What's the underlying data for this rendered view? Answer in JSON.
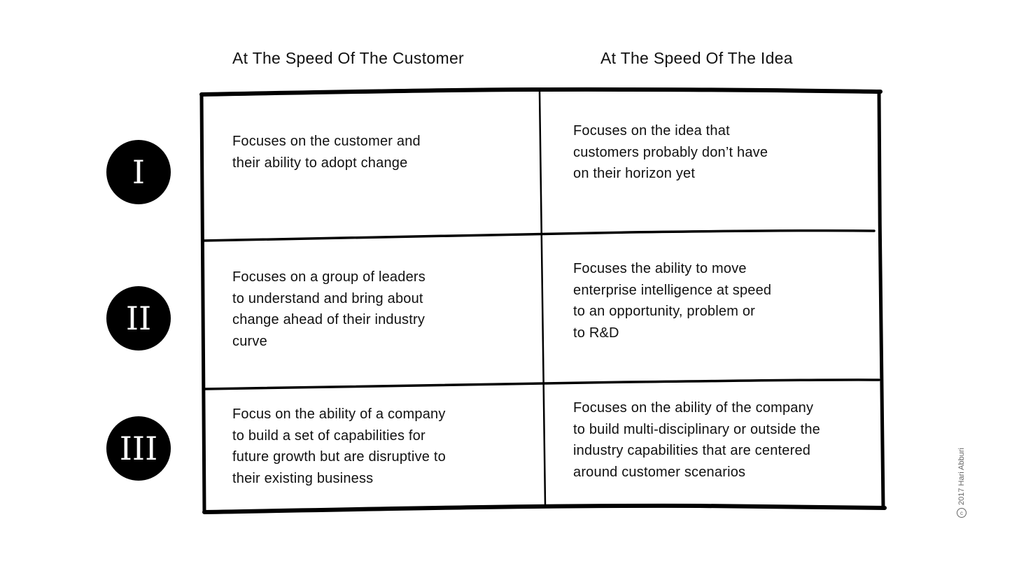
{
  "columns": [
    {
      "header": "At The Speed Of The Customer"
    },
    {
      "header": "At The Speed Of The Idea"
    }
  ],
  "rows": [
    {
      "numeral": "I",
      "cells": [
        [
          "Focuses on the customer and",
          "their ability to adopt change"
        ],
        [
          "Focuses on the idea that",
          "customers probably don’t have",
          "on their horizon yet"
        ]
      ]
    },
    {
      "numeral": "II",
      "cells": [
        [
          "Focuses on a group of leaders",
          "to understand and bring about",
          "change ahead of their industry",
          "curve"
        ],
        [
          "Focuses the ability to move",
          "enterprise intelligence at speed",
          "to an opportunity, problem or",
          "to R&D"
        ]
      ]
    },
    {
      "numeral": "III",
      "cells": [
        [
          "Focus on the ability of a company",
          "to build a set of capabilities for",
          "future growth but are disruptive to",
          "their existing business"
        ],
        [
          "Focuses on the ability of the company",
          "to build multi-disciplinary or outside the",
          "industry capabilities that are centered",
          "around customer scenarios"
        ]
      ]
    }
  ],
  "copyright": {
    "symbol": "c",
    "text": "2017 Hari Abburi"
  },
  "colors": {
    "ink": "#111111",
    "badge_bg": "#000000",
    "badge_text": "#ffffff",
    "muted": "#666666"
  }
}
